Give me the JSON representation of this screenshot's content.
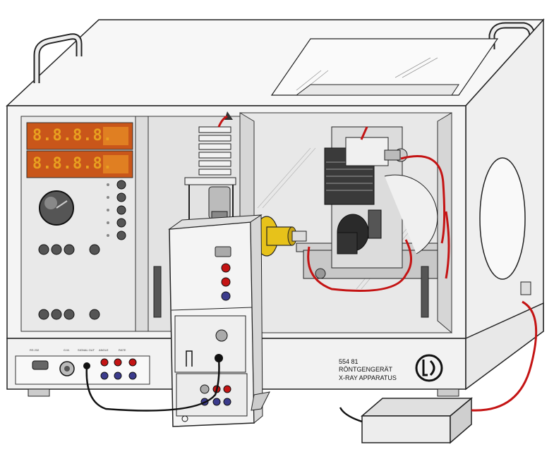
{
  "product": {
    "number": "554 81",
    "name_de": "RÖNTGENGERÄT",
    "name_en": "X-RAY APPARATUS",
    "logo_text": "LD"
  },
  "displays": {
    "upper": "8.8.8.8.",
    "lower": "8.8.8.8."
  },
  "bottom_panel": {
    "connectors": [
      "RS 232",
      "G.M.",
      "SIGNAL OUT",
      "ANGLE",
      "RATE"
    ]
  },
  "colors": {
    "cable_red": "#c41414",
    "cable_black": "#111111",
    "display_bg": "#c9561a",
    "display_digit": "#f2a32a",
    "housing": "#f4f4f4",
    "interior": "#e6e6e6",
    "lens_yellow": "#e7c21a"
  }
}
